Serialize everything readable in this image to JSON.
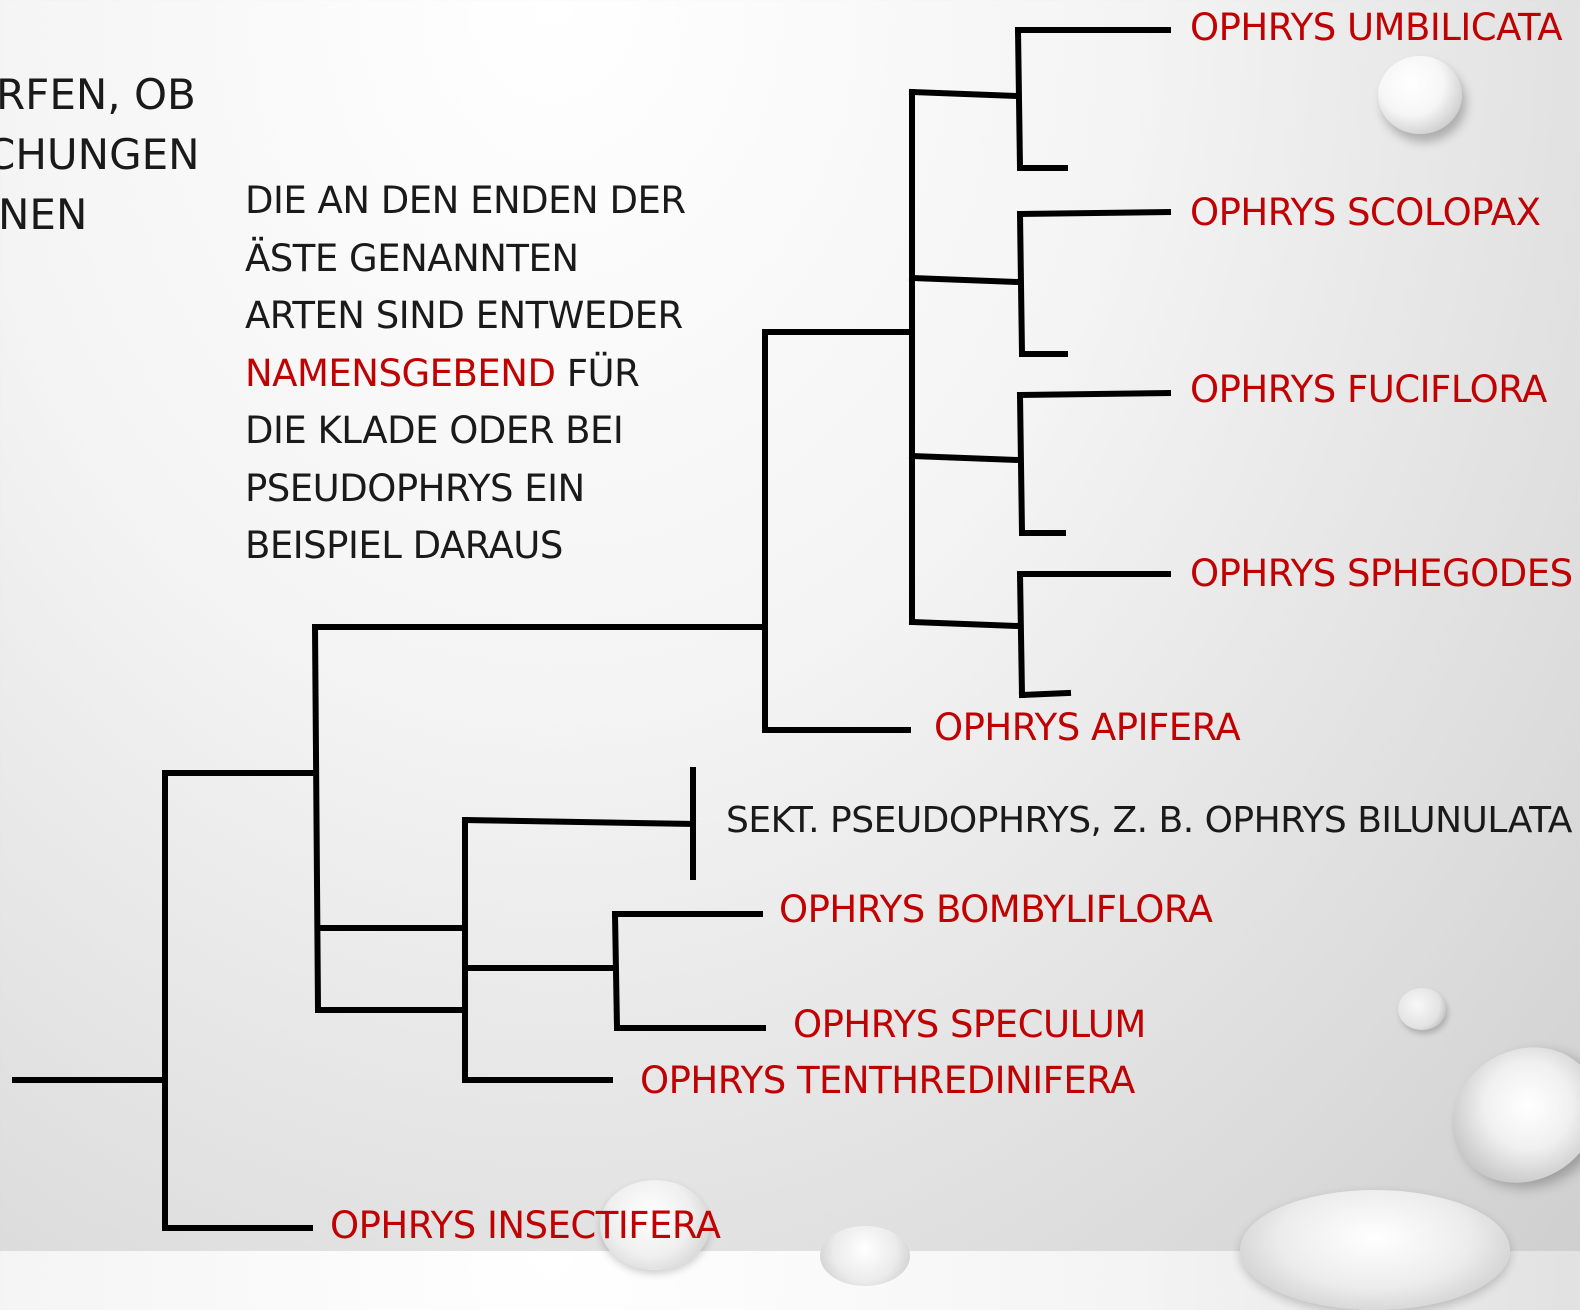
{
  "cutoff_text": [
    "RFEN, OB",
    "CHUNGEN",
    "NEN"
  ],
  "description": {
    "line1": "DIE AN DEN ENDEN DER",
    "line2": "ÄSTE GENANNTEN",
    "line3": "ARTEN SIND ENTWEDER",
    "line4_highlight": "NAMENSGEBEND",
    "line4_rest": " FÜR",
    "line5": "DIE KLADE ODER BEI",
    "line6": "PSEUDOPHRYS EIN",
    "line7": "BEISPIEL DARAUS"
  },
  "taxa": {
    "umbilicata": "OPHRYS UMBILICATA",
    "scolopax": "OPHRYS SCOLOPAX",
    "fuciflora": "OPHRYS FUCIFLORA",
    "sphegodes": "OPHRYS SPHEGODES",
    "apifera": "OPHRYS APIFERA",
    "pseudophrys": "SEKT. PSEUDOPHRYS, Z. B. OPHRYS BILUNULATA",
    "bombyliflora": "OPHRYS BOMBYLIFLORA",
    "speculum": "OPHRYS SPECULUM",
    "tenthredinifera": "OPHRYS TENTHREDINIFERA",
    "insectifera": "OPHRYS INSECTIFERA"
  },
  "colors": {
    "accent_red": "#c00000",
    "text": "#1a1a1a",
    "branch": "#000000"
  }
}
